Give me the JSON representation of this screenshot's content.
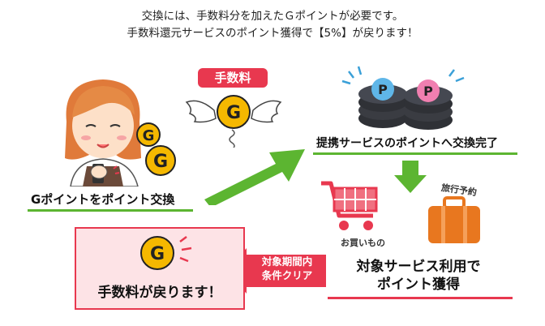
{
  "intro": {
    "line1": "交換には、手数料分を加えたＧポイントが必要です。",
    "line2": "手数料還元サービスのポイント獲得で【5%】が戻ります！"
  },
  "badge": {
    "fee": "手数料"
  },
  "coin_letter": "G",
  "token_letter": "P",
  "steps": {
    "convert": "Gポイントをポイント交換",
    "exchange_done": "提携サービスのポイントへ交換完了",
    "use_line1": "対象サービス利用で",
    "use_line2": "ポイント獲得",
    "refund": "手数料が戻ります！"
  },
  "labels": {
    "travel": "旅行予約",
    "shopping": "お買いもの"
  },
  "arrow_label": {
    "line1": "対象期間内",
    "line2": "条件クリア"
  },
  "colors": {
    "green": "#5cb531",
    "red": "#e8384f",
    "coin": "#f5b800",
    "pink_bg": "#fde3e6",
    "orange": "#e8771f"
  }
}
